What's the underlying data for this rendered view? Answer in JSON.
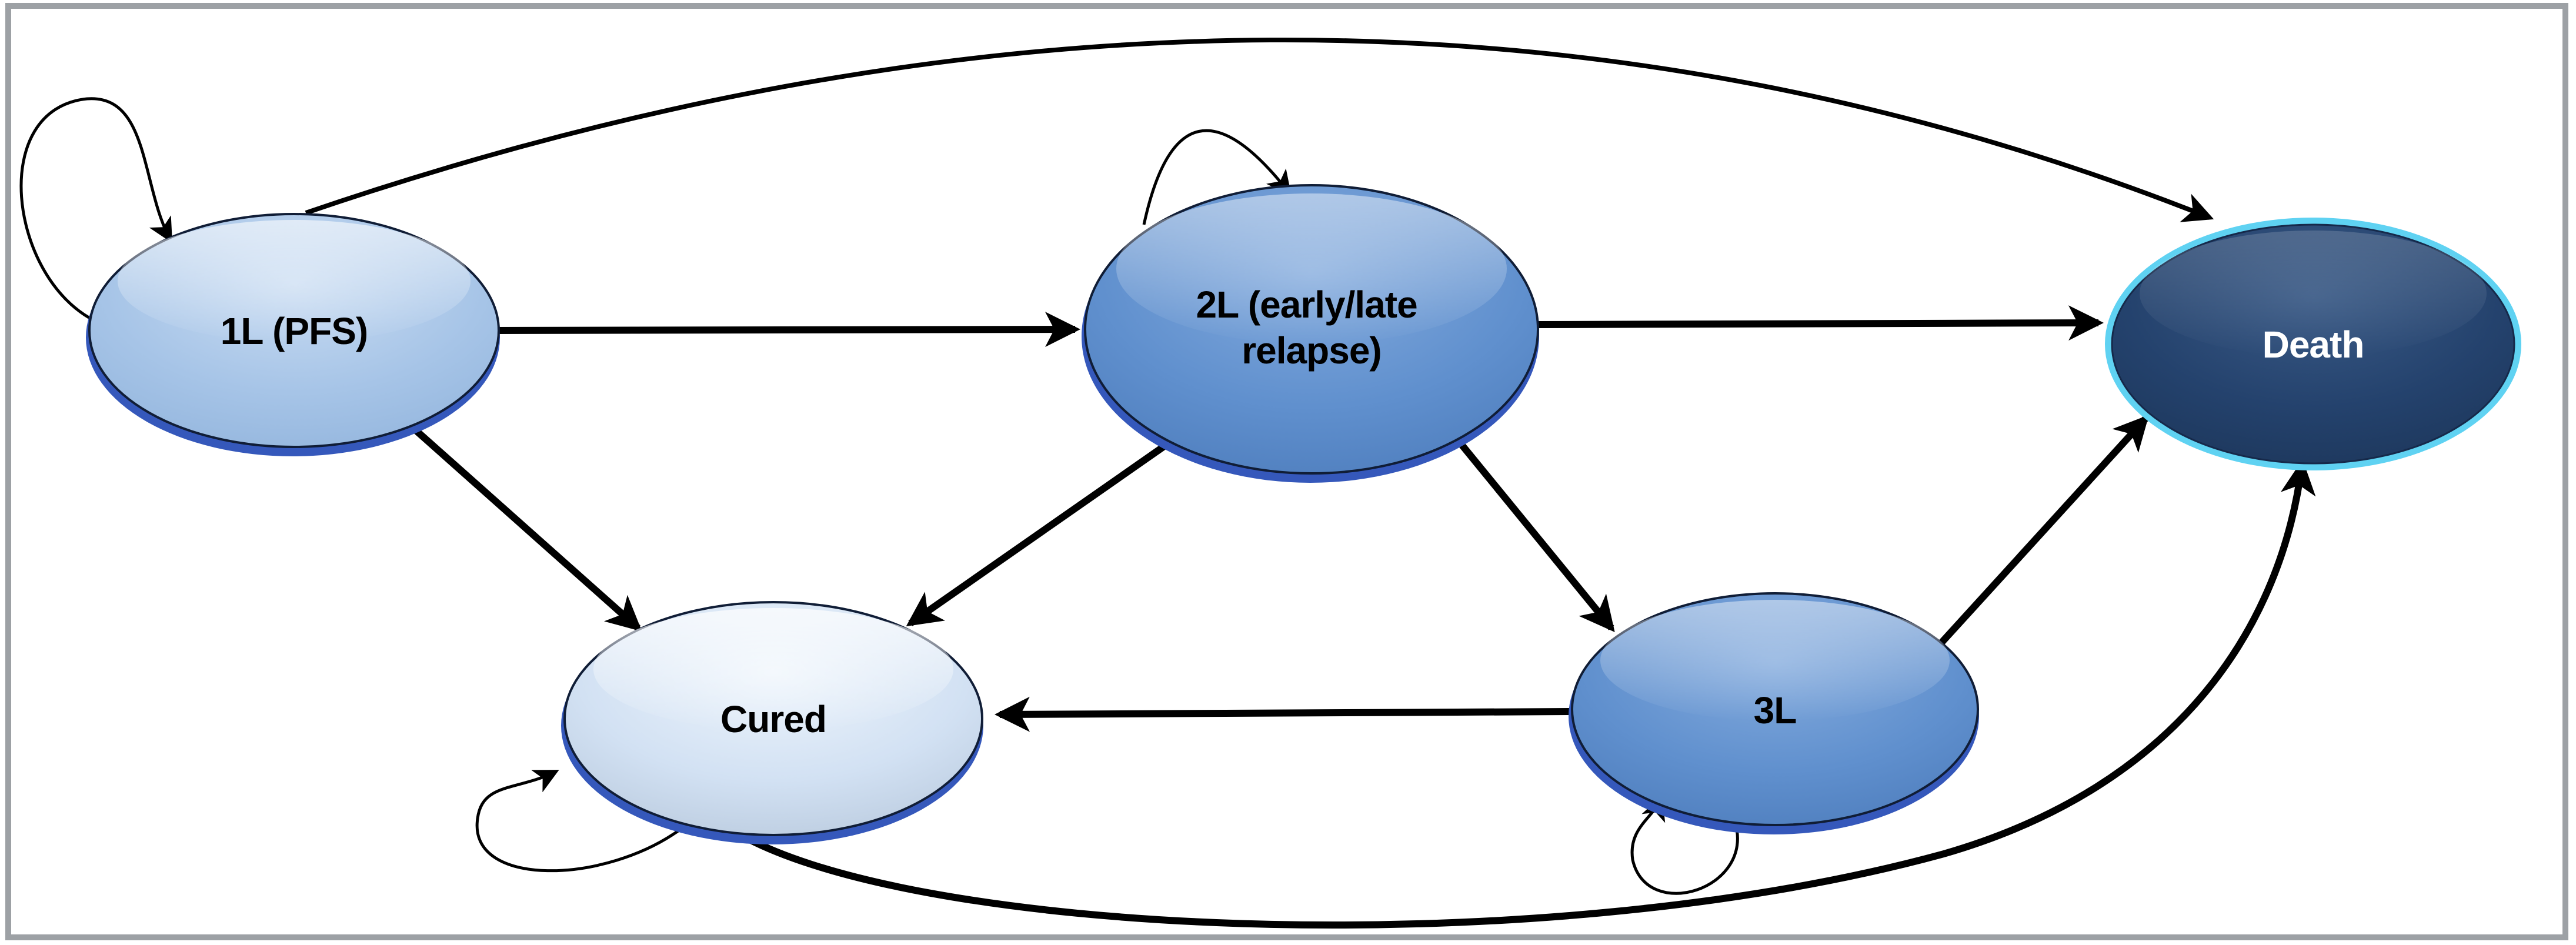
{
  "diagram": {
    "title": "Markov state-transition diagram",
    "background_color": "#ffffff",
    "frame_color": "#9da1a5",
    "arrow_color": "#000000",
    "nodes": [
      {
        "id": "1l",
        "label": "1L (PFS)",
        "lines": [
          "1L (PFS)"
        ],
        "fill": "#a6c4e7",
        "rim_color": "#3558bb",
        "outline_color": "#101d36",
        "text_color": "#000000"
      },
      {
        "id": "2l",
        "label": "2L (early/late relapse)",
        "lines": [
          "2L (early/late",
          "relapse)"
        ],
        "fill": "#6090ce",
        "rim_color": "#3558bb",
        "outline_color": "#101d36",
        "text_color": "#000000"
      },
      {
        "id": "cured",
        "label": "Cured",
        "lines": [
          "Cured"
        ],
        "fill": "#d2e1f3",
        "rim_color": "#3558bb",
        "outline_color": "#101d36",
        "text_color": "#000000"
      },
      {
        "id": "3l",
        "label": "3L",
        "lines": [
          "3L"
        ],
        "fill": "#6090ce",
        "rim_color": "#3558bb",
        "outline_color": "#101d36",
        "text_color": "#000000"
      },
      {
        "id": "death",
        "label": "Death",
        "lines": [
          "Death"
        ],
        "fill": "#24426d",
        "rim_color": "#5fd2f2",
        "outline_color": "#16294a",
        "text_color": "#ffffff"
      }
    ],
    "edges": [
      {
        "from": "1L (PFS)",
        "to": "1L (PFS)",
        "type": "self-loop"
      },
      {
        "from": "1L (PFS)",
        "to": "2L (early/late relapse)",
        "type": "transition"
      },
      {
        "from": "1L (PFS)",
        "to": "Cured",
        "type": "transition"
      },
      {
        "from": "1L (PFS)",
        "to": "Death",
        "type": "transition"
      },
      {
        "from": "2L (early/late relapse)",
        "to": "2L (early/late relapse)",
        "type": "self-loop"
      },
      {
        "from": "2L (early/late relapse)",
        "to": "Cured",
        "type": "transition"
      },
      {
        "from": "2L (early/late relapse)",
        "to": "3L",
        "type": "transition"
      },
      {
        "from": "2L (early/late relapse)",
        "to": "Death",
        "type": "transition"
      },
      {
        "from": "Cured",
        "to": "Cured",
        "type": "self-loop"
      },
      {
        "from": "Cured",
        "to": "Death",
        "type": "transition"
      },
      {
        "from": "3L",
        "to": "3L",
        "type": "self-loop"
      },
      {
        "from": "3L",
        "to": "Cured",
        "type": "transition"
      },
      {
        "from": "3L",
        "to": "Death",
        "type": "transition"
      }
    ]
  }
}
